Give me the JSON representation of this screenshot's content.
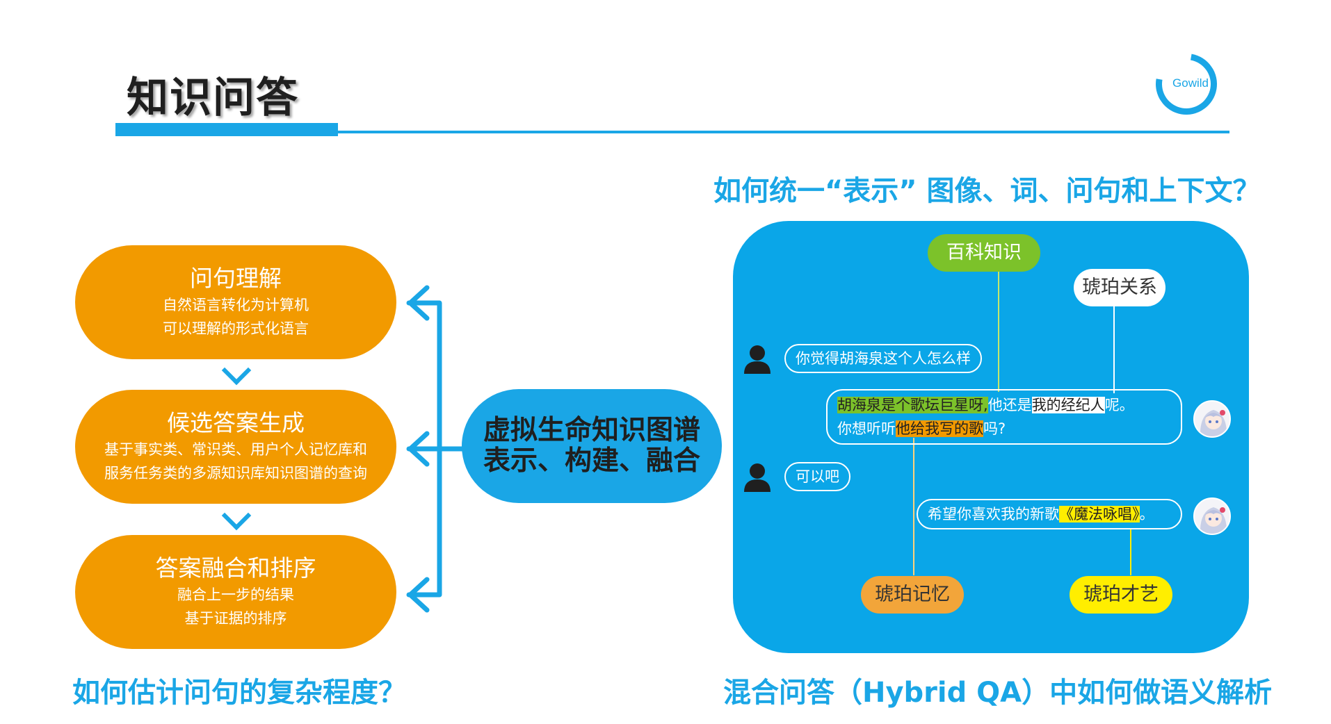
{
  "header": {
    "title": "知识问答",
    "logo_text": "Gowild"
  },
  "left": {
    "steps": [
      {
        "title": "问句理解",
        "lines": [
          "自然语言转化为计算机",
          "可以理解的形式化语言"
        ]
      },
      {
        "title": "候选答案生成",
        "lines": [
          "基于事实类、常识类、用户个人记忆库和",
          "服务任务类的多源知识库知识图谱的查询"
        ]
      },
      {
        "title": "答案融合和排序",
        "lines": [
          "融合上一步的结果",
          "基于证据的排序"
        ]
      }
    ],
    "bottom_question": "如何估计问句的复杂程度？"
  },
  "center": {
    "line1": "虚拟生命知识图谱",
    "line2": "表示、构建、融合"
  },
  "right": {
    "top_question": "如何统一“表示” 图像、词、问句和上下文？",
    "bottom_question": "混合问答（Hybrid QA）中如何做语义解析",
    "tags": {
      "baike": "百科知识",
      "relation": "琥珀关系",
      "memory": "琥珀记忆",
      "talent": "琥珀才艺"
    },
    "messages": {
      "user1": "你觉得胡海泉这个人怎么样",
      "bot1_a": "胡海泉是个歌坛巨星呀,",
      "bot1_b": "他还是",
      "bot1_c": "我的经纪人",
      "bot1_d": "呢。",
      "bot1_e": "你想听听",
      "bot1_f": "他给我写的歌",
      "bot1_g": "吗?",
      "user2": "可以吧",
      "bot2_a": "希望你喜欢我的新歌",
      "bot2_b": "《魔法咏唱》",
      "bot2_c": "。"
    }
  },
  "colors": {
    "accent": "#1aa6e6",
    "orange": "#f29a00",
    "green": "#7cc22a",
    "yellow": "#ffee00"
  }
}
